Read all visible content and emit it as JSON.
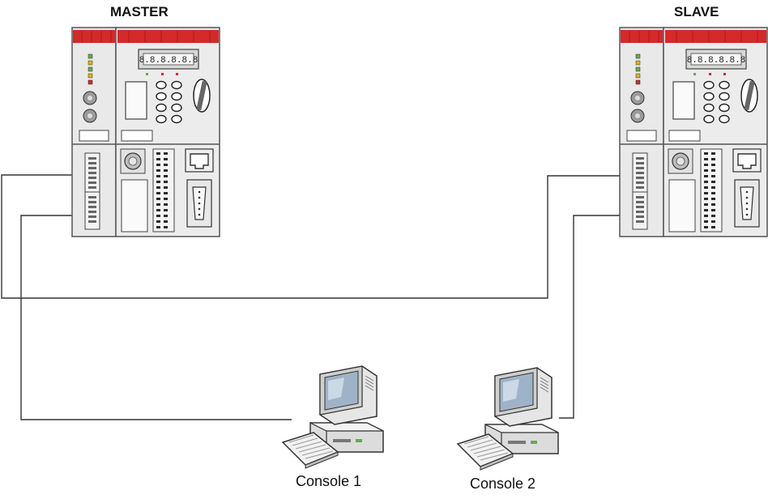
{
  "plcs": {
    "master": {
      "label": "MASTER",
      "display": "8.8.8.8.8.8"
    },
    "slave": {
      "label": "SLAVE",
      "display": "8.8.8.8.8.8"
    }
  },
  "consoles": [
    {
      "label": "Console 1"
    },
    {
      "label": "Console 2"
    }
  ],
  "colors": {
    "plc_header": "#d42a2a",
    "plc_body": "#eeeeee",
    "plc_outline": "#555555",
    "cable": "#333333",
    "monitor_screen": "#9fb3c8",
    "led_green": "#6aa84f",
    "led_yellow": "#e0b020"
  }
}
